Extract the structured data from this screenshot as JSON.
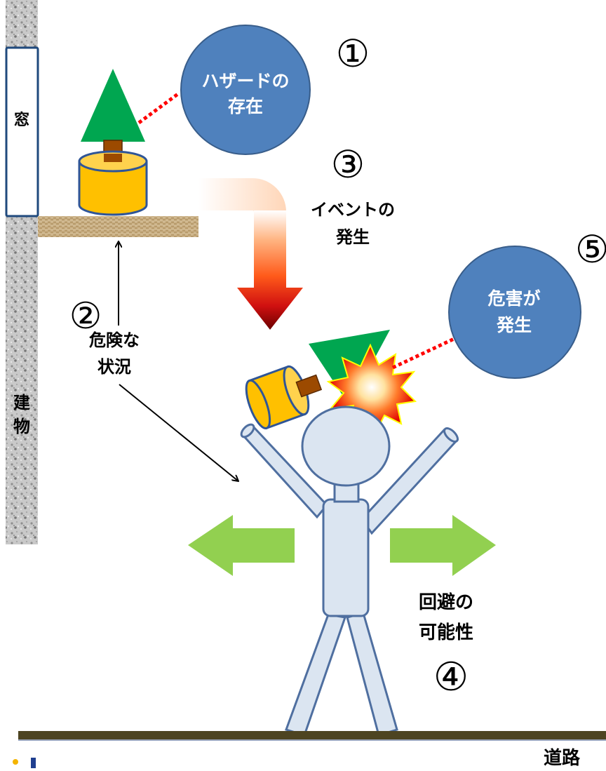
{
  "labels": {
    "window": "窓",
    "building": [
      "建",
      "物"
    ],
    "road": "道路"
  },
  "steps": [
    {
      "number": "①",
      "text": [
        "ハザードの",
        "存在"
      ]
    },
    {
      "number": "②",
      "text": [
        "危険な",
        "状況"
      ]
    },
    {
      "number": "③",
      "text": [
        "イベントの",
        "発生"
      ]
    },
    {
      "number": "④",
      "text": [
        "回避の",
        "可能性"
      ]
    },
    {
      "number": "⑤",
      "text": [
        "危害が",
        "発生"
      ]
    }
  ],
  "colors": {
    "circle": "#4f81bd",
    "circle_border": "#385d8a",
    "tree": "#00a650",
    "pot": "#ffc000",
    "pot_border": "#2f5597",
    "person_fill": "#dbe5f1",
    "person_stroke": "#4f6fa0",
    "green_arrow": "#92d050",
    "dotted_line": "#ff0000",
    "road": "#4d4421"
  }
}
